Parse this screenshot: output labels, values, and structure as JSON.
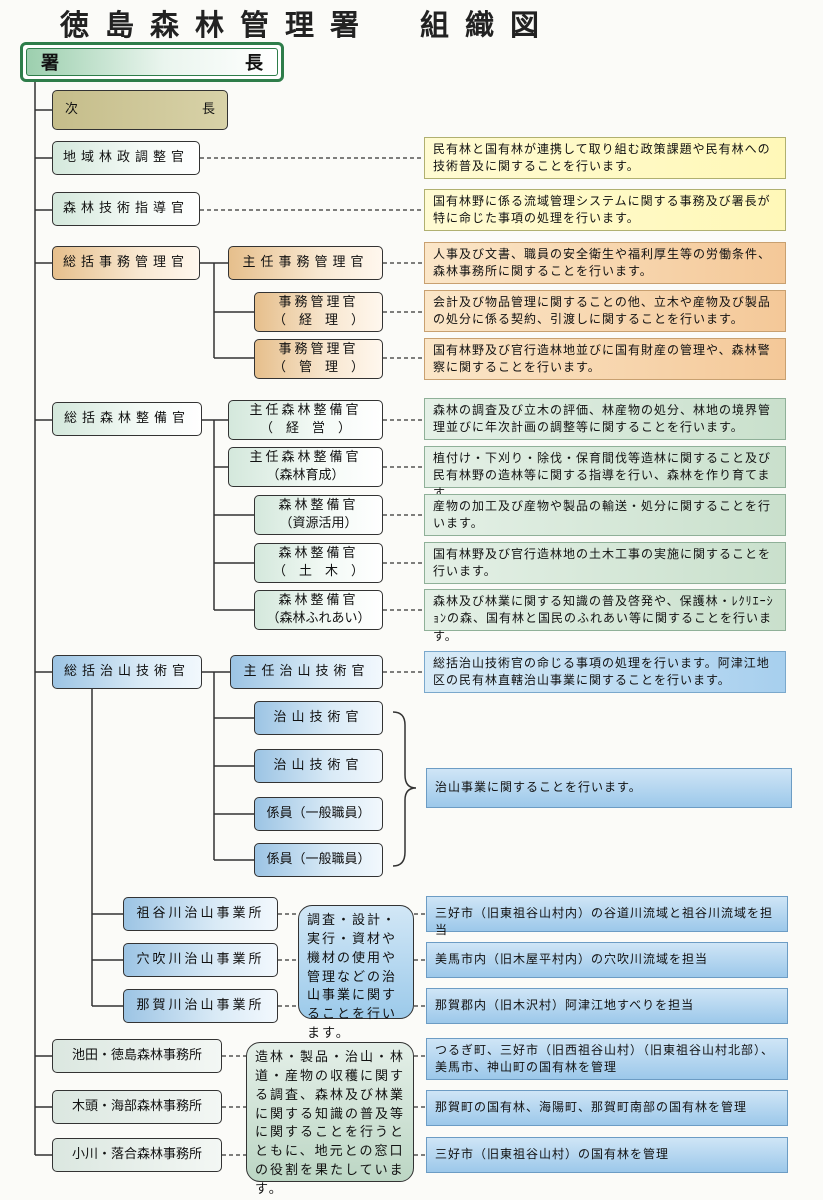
{
  "title": "徳島森林管理署　組織図",
  "head": {
    "left": "署",
    "right": "長"
  },
  "vice": {
    "left": "次",
    "right": "長"
  },
  "boxes": {
    "chiiki": "地域林政調整官",
    "gijutsu": "森林技術指導官",
    "somu": "総括事務管理官",
    "shunin_jimu": "主任事務管理官",
    "jimu_keiri_1": "事務管理官",
    "jimu_keiri_2": "（　経　理　）",
    "jimu_kanri_1": "事務管理官",
    "jimu_kanri_2": "（　管　理　）",
    "shinrin": "総括森林整備官",
    "shunin_keiei_1": "主任森林整備官",
    "shunin_keiei_2": "（　経　営　）",
    "shunin_ikusei_1": "主任森林整備官",
    "shunin_ikusei_2": "（森林育成）",
    "seibi_shigen_1": "森林整備官",
    "seibi_shigen_2": "（資源活用）",
    "seibi_doboku_1": "森林整備官",
    "seibi_doboku_2": "（　土　木　）",
    "seibi_fureai_1": "森林整備官",
    "seibi_fureai_2": "（森林ふれあい）",
    "chisan": "総括治山技術官",
    "shunin_chisan": "主任治山技術官",
    "chisan_gikan_1": "治山技術官",
    "chisan_gikan_2": "治山技術官",
    "kakari_1": "係員（一般職員）",
    "kakari_2": "係員（一般職員）",
    "iya": "祖谷川治山事業所",
    "anabuki": "穴吹川治山事業所",
    "naka": "那賀川治山事業所",
    "ikeda": "池田・徳島森林事務所",
    "kito": "木頭・海部森林事務所",
    "ogawa": "小川・落合森林事務所"
  },
  "descriptions": {
    "chiiki": "民有林と国有林が連携して取り組む政策課題や民有林への技術普及に関することを行います。",
    "gijutsu": "国有林野に係る流域管理システムに関する事務及び署長が特に命じた事項の処理を行います。",
    "shunin_jimu": "人事及び文書、職員の安全衛生や福利厚生等の労働条件、森林事務所に関することを行います。",
    "jimu_keiri": "会計及び物品管理に関することの他、立木や産物及び製品の処分に係る契約、引渡しに関することを行います。",
    "jimu_kanri": "国有林野及び官行造林地並びに国有財産の管理や、森林警察に関することを行います。",
    "shunin_keiei": "森林の調査及び立木の評価、林産物の処分、林地の境界管理並びに年次計画の調整等に関することを行います。",
    "shunin_ikusei": "植付け・下刈り・除伐・保育間伐等造林に関すること及び民有林野の造林等に関する指導を行い、森林を作り育てます。",
    "seibi_shigen": "産物の加工及び産物や製品の輸送・処分に関することを行います。",
    "seibi_doboku": "国有林野及び官行造林地の土木工事の実施に関することを行います。",
    "seibi_fureai": "森林及び林業に関する知識の普及啓発や、保護林・ﾚｸﾘｴｰｼｮﾝの森、国有林と国民のふれあい等に関することを行います。",
    "shunin_chisan": "総括治山技術官の命じる事項の処理を行います。阿津江地区の民有林直轄治山事業に関することを行います。",
    "chisan_group": "治山事業に関することを行います。",
    "iya": "三好市（旧東祖谷山村内）の谷道川流域と祖谷川流域を担当",
    "anabuki": "美馬市内（旧木屋平村内）の穴吹川流域を担当",
    "naka": "那賀郡内（旧木沢村）阿津江地すべりを担当",
    "ikeda": "つるぎ町、三好市（旧西祖谷山村）（旧東祖谷山村北部）、美馬市、神山町の国有林を管理",
    "kito": "那賀町の国有林、海陽町、那賀町南部の国有林を管理",
    "ogawa": "三好市（旧東祖谷山村）の国有林を管理"
  },
  "round_boxes": {
    "chisan_office": "調査・設計・実行・資材や機材の使用や管理などの治山事業に関することを行います。",
    "forest_office": "造林・製品・治山・林道・産物の収穫に関する調査、森林及び林業に関する知識の普及等に関することを行うとともに、地元との窓口の役割を果たしています。"
  },
  "colors": {
    "green_box": "#d4e8dc",
    "orange_box": "#e6bf8c",
    "blue_box": "#9cc4e4",
    "head_border": "#2e7d4a",
    "yellow_desc": "#fff8b8"
  }
}
